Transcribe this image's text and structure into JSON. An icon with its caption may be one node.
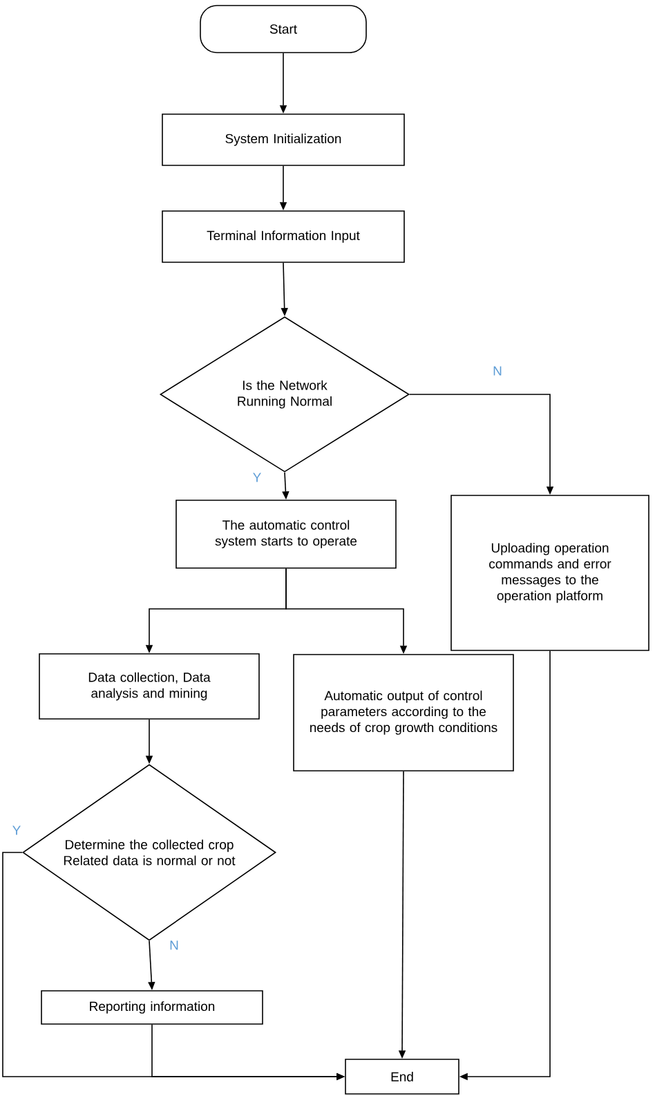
{
  "diagram": {
    "nodes": [
      {
        "text": [
          "Start"
        ]
      },
      {
        "text": [
          "System Initialization"
        ]
      },
      {
        "text": [
          "Terminal Information Input"
        ]
      },
      {
        "text": [
          "Is the Network Running Normal"
        ]
      },
      {
        "text": [
          "The automatic control system starts to operate"
        ]
      },
      {
        "text": [
          "Uploading operation commands and error messages to the operation platform"
        ]
      },
      {
        "text": [
          "Data collection, Data analysis and mining"
        ]
      },
      {
        "text": [
          "Automatic output of control parameters according to the needs of crop growth conditions"
        ]
      },
      {
        "text": [
          "Determine the collected crop Related data is normal or not"
        ]
      },
      {
        "text": [
          "Reporting information"
        ]
      },
      {
        "text": [
          "End"
        ]
      }
    ],
    "edges": [
      {
        "from": 0,
        "to": 1,
        "arrow": "to"
      },
      {
        "from": 1,
        "to": 2,
        "arrow": "to"
      },
      {
        "from": 2,
        "to": 3,
        "arrow": "to"
      },
      {
        "from": 3,
        "to": 4,
        "arrow": "to",
        "label": "Y"
      },
      {
        "from": 3,
        "to": 5,
        "arrow": "to",
        "label": "N"
      },
      {
        "from": 4,
        "to": 6,
        "arrow": "to"
      },
      {
        "from": 4,
        "to": 7,
        "arrow": "to"
      },
      {
        "from": 6,
        "to": 8,
        "arrow": "to"
      },
      {
        "from": 8,
        "to": 9,
        "arrow": "to",
        "label": "N"
      },
      {
        "from": 8,
        "to": 10,
        "arrow": "to",
        "label": "Y"
      },
      {
        "from": 9,
        "to": 10,
        "arrow": "to"
      },
      {
        "from": 7,
        "to": 10,
        "arrow": "to"
      },
      {
        "from": 5,
        "to": 10,
        "arrow": "to"
      }
    ]
  }
}
